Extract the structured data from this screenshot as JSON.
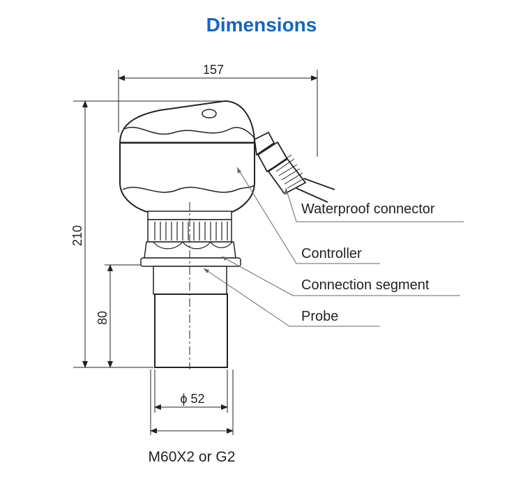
{
  "title": "Dimensions",
  "dimensions": {
    "width_top": "157",
    "height_total": "210",
    "height_probe": "80",
    "diameter": "ϕ 52"
  },
  "callouts": {
    "waterproof_connector": "Waterproof connector",
    "controller": "Controller",
    "connection_segment": "Connection segment",
    "probe": "Probe"
  },
  "thread_spec": "M60X2 or G2",
  "colors": {
    "title": "#1565c0",
    "line": "#222222",
    "leader": "#666666"
  }
}
